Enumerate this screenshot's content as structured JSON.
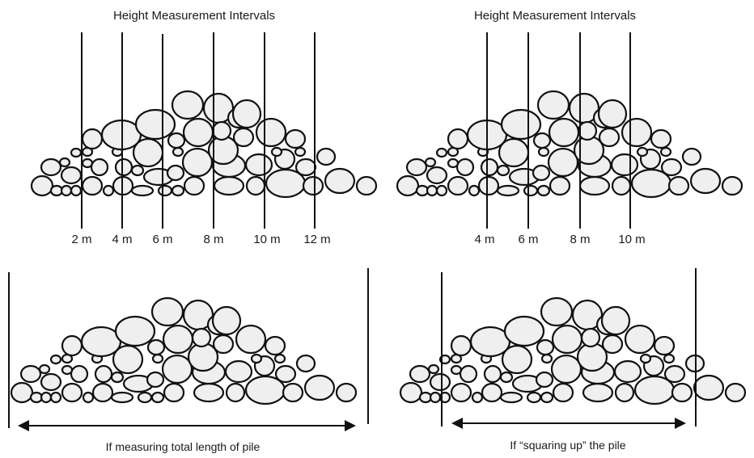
{
  "panels": [
    {
      "id": "tl",
      "title": "Height Measurement Intervals",
      "intervals": [
        "2 m",
        "4 m",
        "6 m",
        "8 m",
        "10 m",
        "12 m"
      ]
    },
    {
      "id": "tr",
      "title": "Height Measurement Intervals",
      "intervals": [
        "4 m",
        "6 m",
        "8 m",
        "10 m"
      ]
    },
    {
      "id": "bl",
      "caption": "If measuring total length of pile"
    },
    {
      "id": "br",
      "caption": "If “squaring up” the pile"
    }
  ]
}
